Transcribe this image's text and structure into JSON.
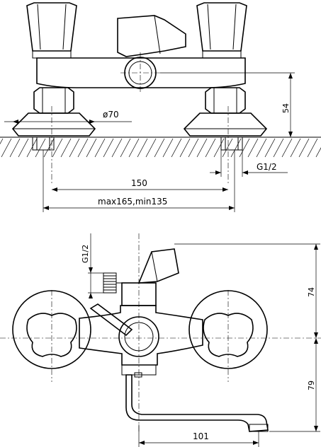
{
  "top_view": {
    "dim_height": "54",
    "dim_diameter": "ø70",
    "dim_thread": "G1/2",
    "dim_spacing": "150",
    "dim_range": "max165,min135"
  },
  "front_view": {
    "dim_thread": "G1/2",
    "dim_upper": "74",
    "dim_lower": "79",
    "dim_spout": "101"
  }
}
